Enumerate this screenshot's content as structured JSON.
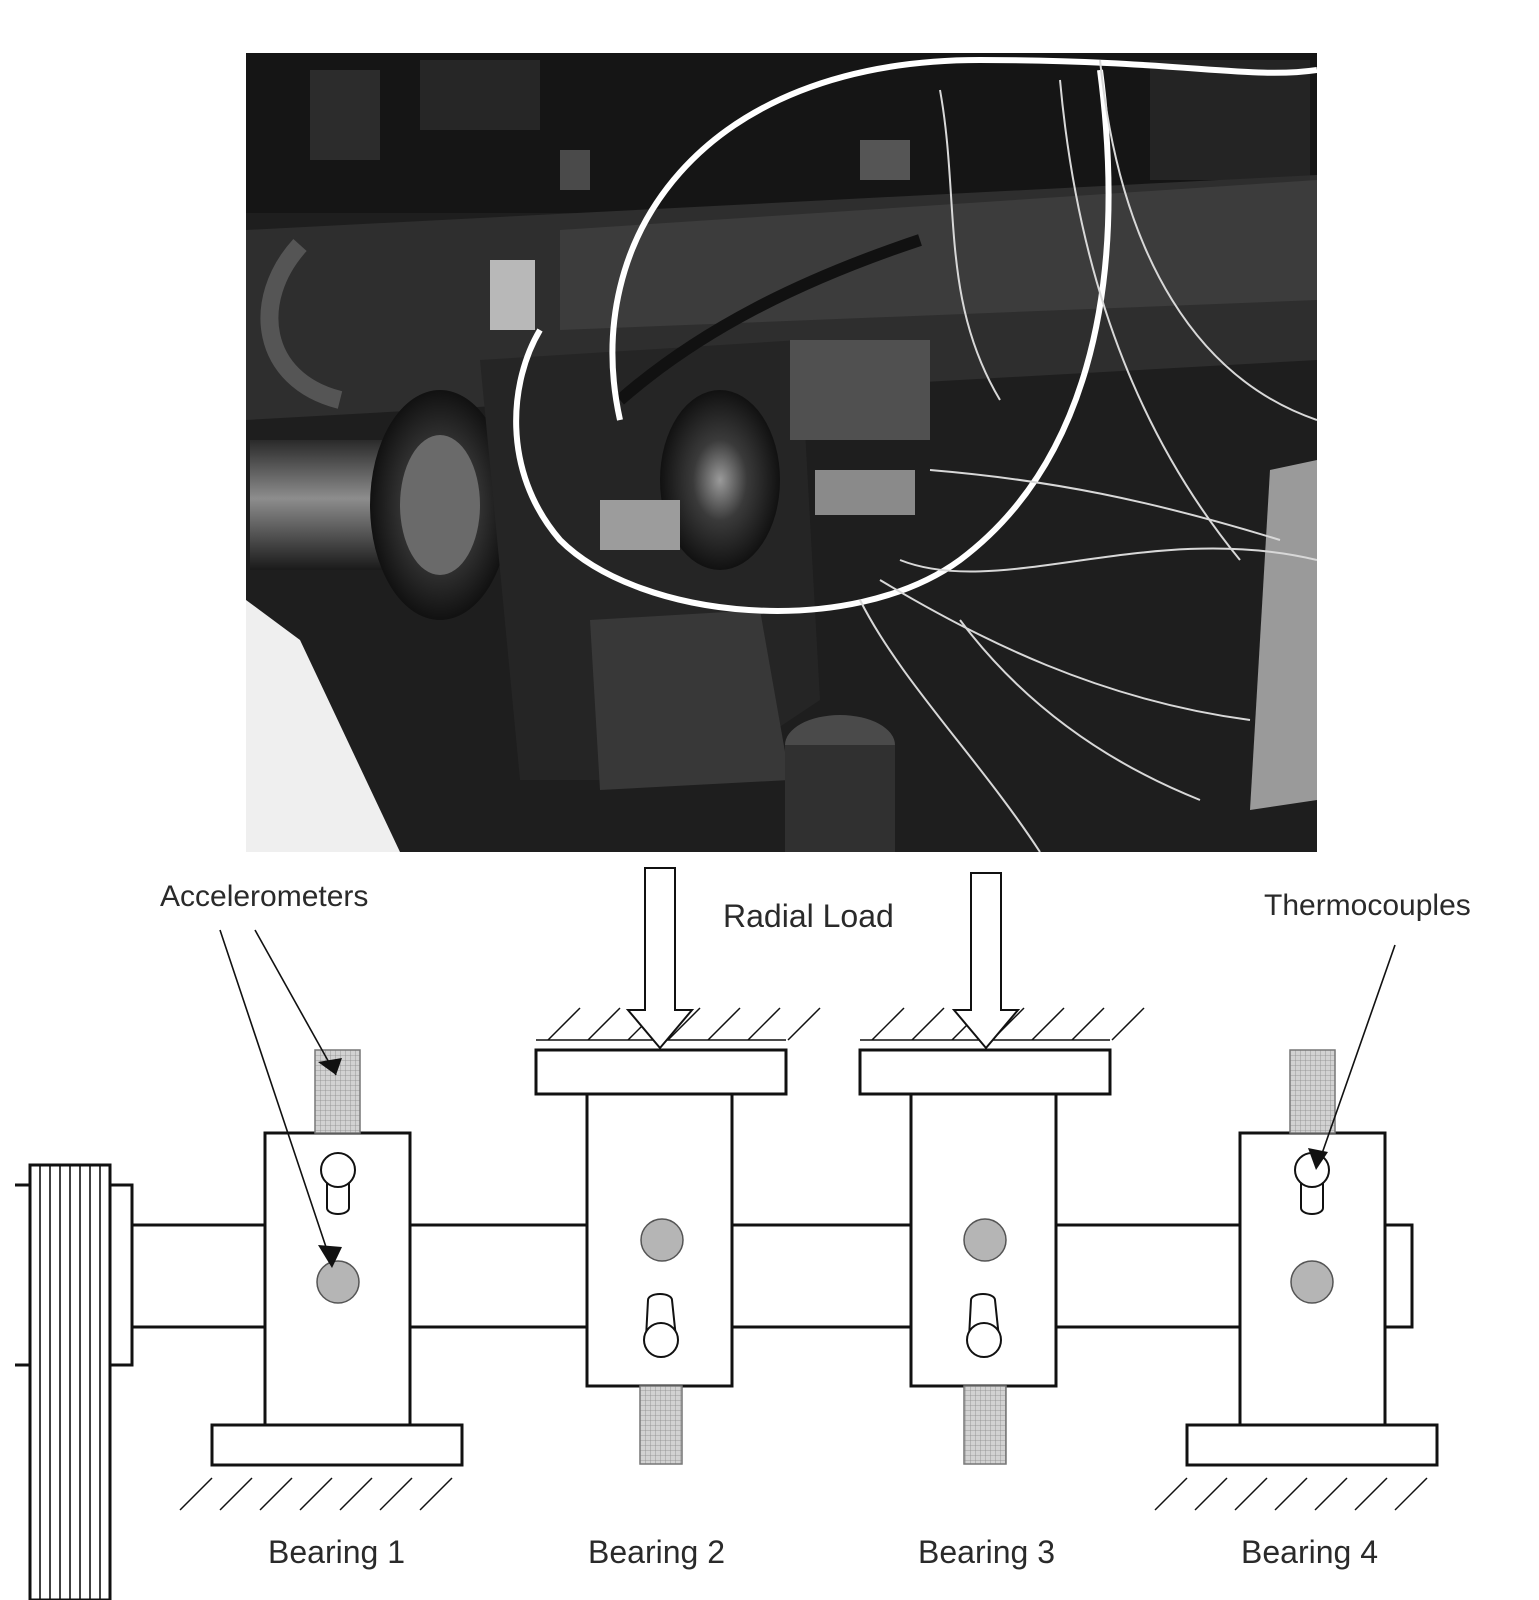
{
  "photo": {
    "description_icon": "test-rig-photo-icon"
  },
  "labels": {
    "accelerometers": "Accelerometers",
    "radial_load": "Radial Load",
    "thermocouples": "Thermocouples"
  },
  "bearings": [
    {
      "label": "Bearing 1"
    },
    {
      "label": "Bearing 2"
    },
    {
      "label": "Bearing 3"
    },
    {
      "label": "Bearing 4"
    }
  ],
  "colors": {
    "line": "#111111",
    "sensor_fill": "#b5b5b5",
    "photo_dark": "#1e1e1e"
  }
}
